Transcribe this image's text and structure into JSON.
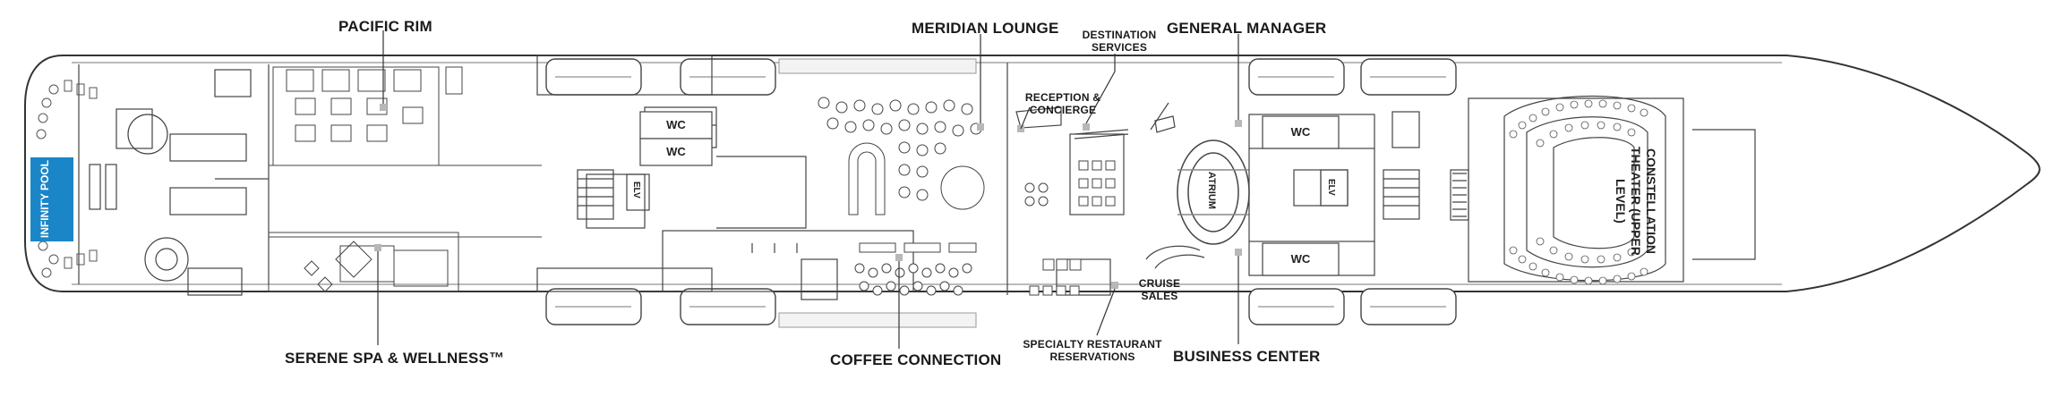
{
  "deck_plan": {
    "labels": {
      "pacific_rim": "PACIFIC RIM",
      "meridian_lounge": "MERIDIAN LOUNGE",
      "destination_services": "DESTINATION SERVICES",
      "general_manager": "GENERAL MANAGER",
      "reception_concierge": "RECEPTION & CONCIERGE",
      "serene_spa": "SERENE SPA & WELLNESS™",
      "coffee_connection": "COFFEE CONNECTION",
      "specialty_restaurant": "SPECIALTY RESTAURANT RESERVATIONS",
      "business_center": "BUSINESS CENTER",
      "cruise_sales": "CRUISE SALES",
      "infinity_pool": "INFINITY POOL",
      "constellation_theater": "CONSTELLATION THEATER (UPPER LEVEL)",
      "atrium": "ATRIUM",
      "wc": "WC",
      "elv": "ELV"
    },
    "colors": {
      "pool": "#1a86c8",
      "line": "#333333",
      "marker": "#b8b8b8",
      "deck": "#f3f3f3"
    }
  }
}
